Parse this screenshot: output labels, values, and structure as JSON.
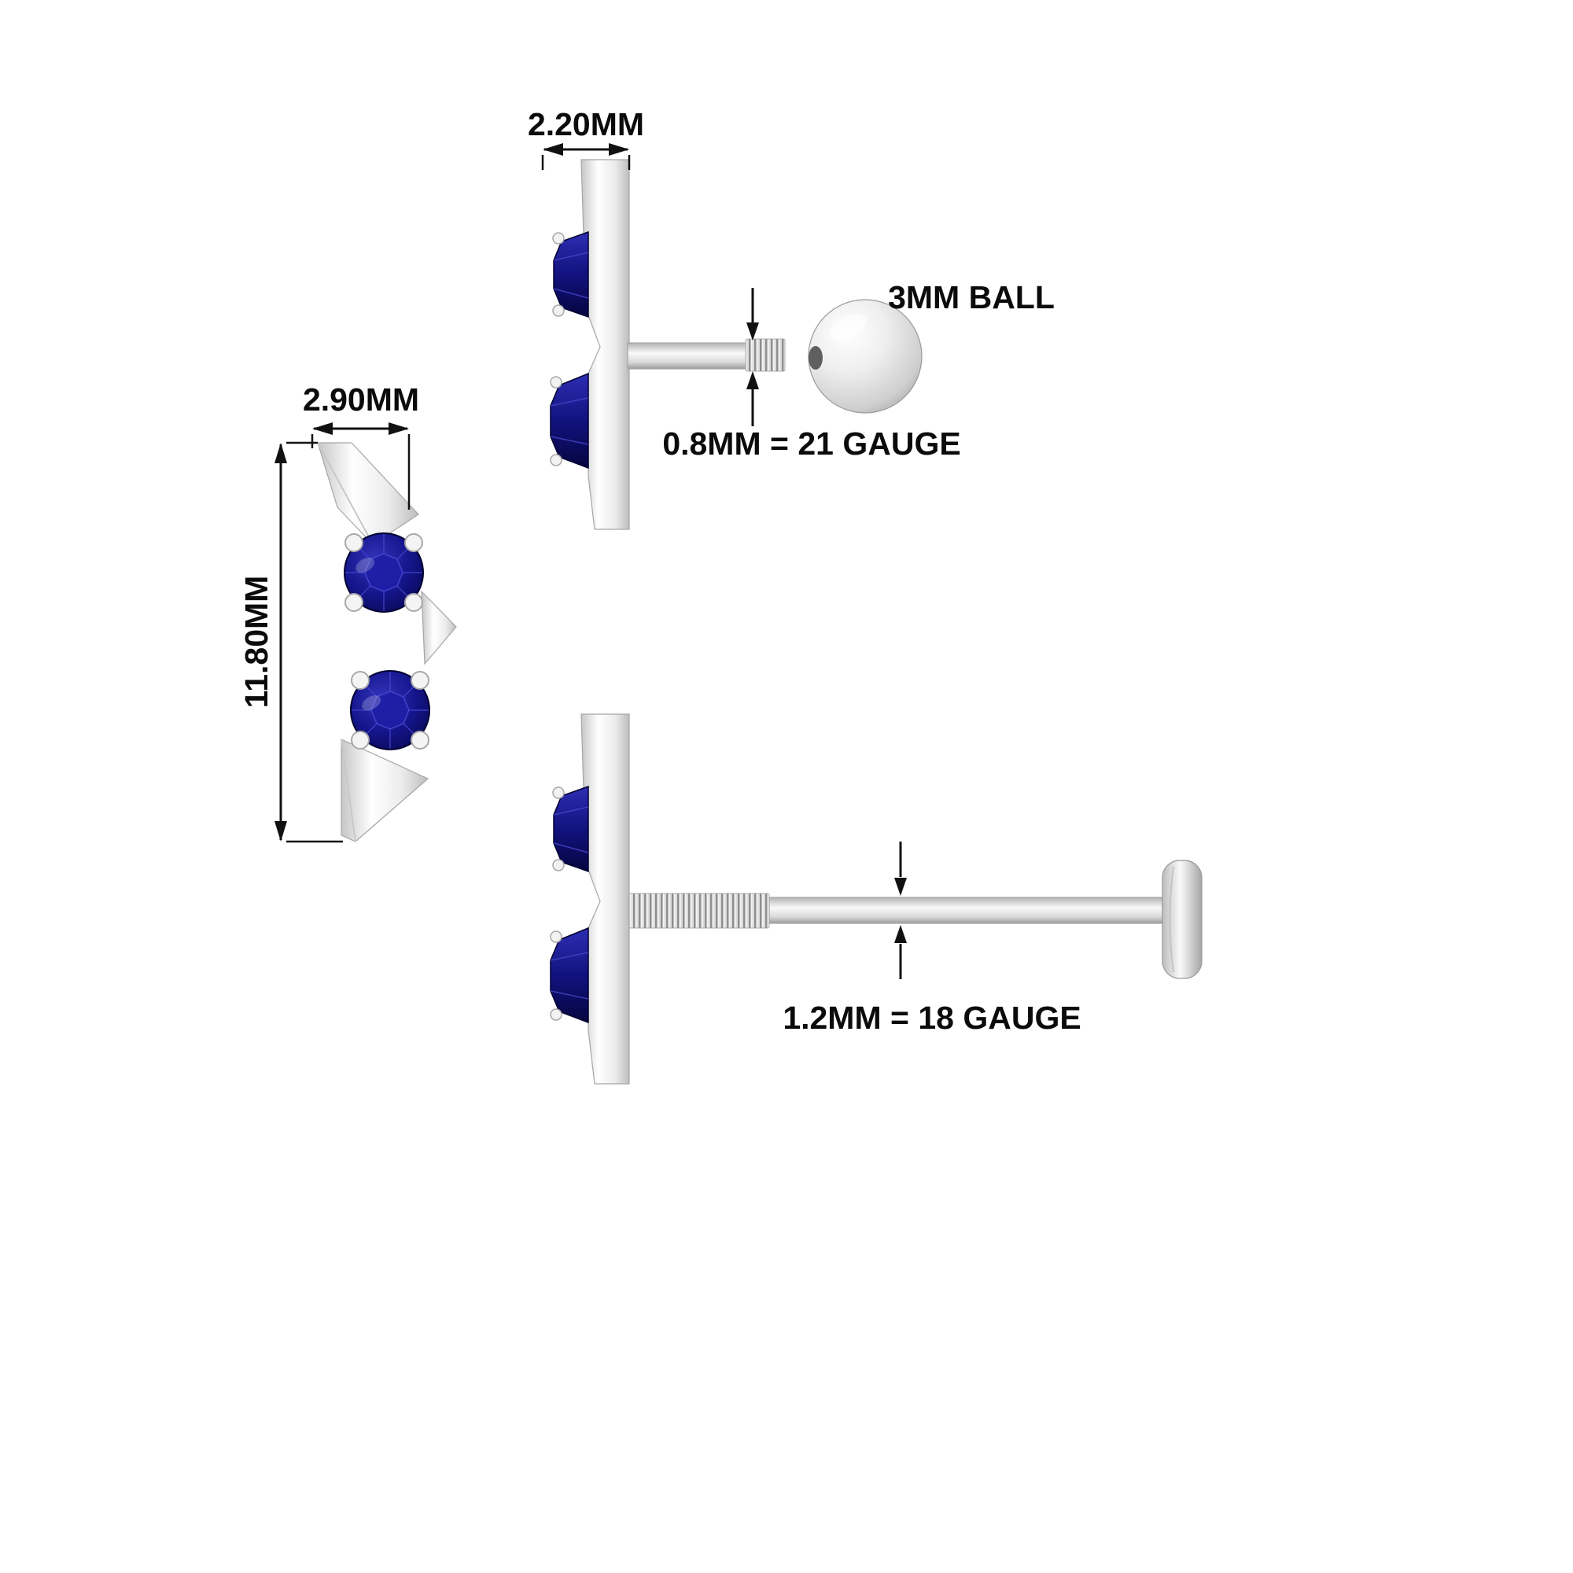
{
  "diagram": {
    "labels": {
      "front_width": "2.90MM",
      "front_height": "11.80MM",
      "side_top_width": "2.20MM",
      "ball": "3MM BALL",
      "gauge_ball_post": "0.8MM = 21 GAUGE",
      "gauge_flat_post": "1.2MM = 18 GAUGE"
    },
    "colors": {
      "background": "#ffffff",
      "gem_blue": "#15158c",
      "gem_blue_dark": "#050545",
      "metal_light": "#fafafa",
      "metal_shadow": "#9c9c9c",
      "annotation": "#0b0b0b"
    }
  }
}
